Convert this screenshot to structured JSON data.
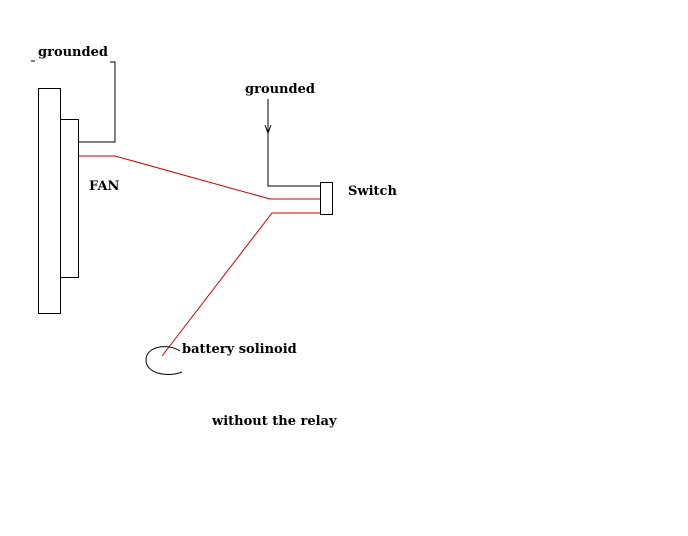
{
  "labels": {
    "grounded_top": "grounded",
    "grounded_switch": "grounded",
    "fan": "FAN",
    "switch": "Switch",
    "battery": "battery solinoid",
    "caption": "without the relay"
  },
  "colors": {
    "wire_red": "#cc0000",
    "wire_black": "#000000",
    "background": "#ffffff"
  }
}
